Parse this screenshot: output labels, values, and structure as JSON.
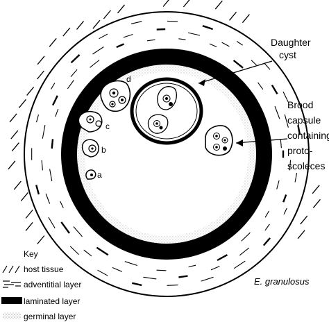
{
  "figure": {
    "labels": {
      "daughter_cyst_line1": "Daughter",
      "daughter_cyst_line2": "cyst",
      "brood_line1": "Brood",
      "brood_line2": "capsule",
      "brood_line3": "containing",
      "brood_line4": "proto-",
      "brood_line5": "scoleces",
      "stage_a": "a",
      "stage_b": "b",
      "stage_c": "c",
      "stage_d": "d",
      "species": "E. granulosus"
    },
    "key": {
      "title": "Key",
      "items": [
        {
          "label": "host tissue"
        },
        {
          "label": "adventitial layer"
        },
        {
          "label": "laminated layer"
        },
        {
          "label": "germinal layer"
        }
      ]
    }
  }
}
